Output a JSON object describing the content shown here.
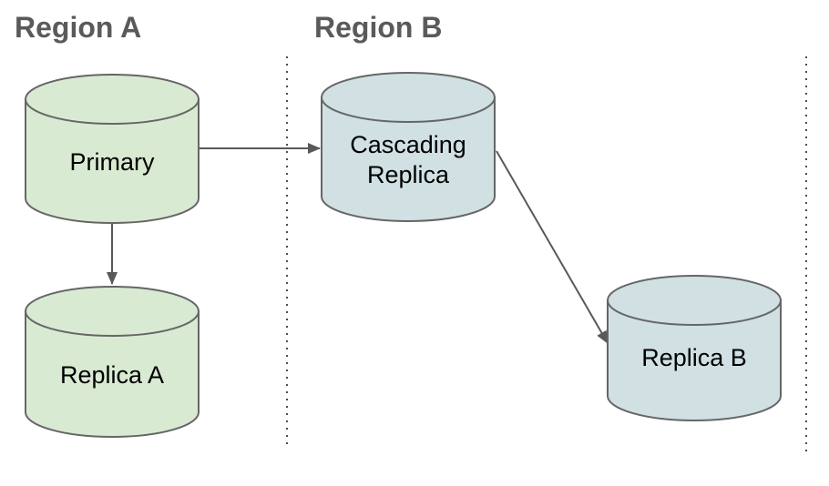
{
  "diagram": {
    "background_color": "#ffffff",
    "stroke_color": "#666666",
    "arrow_color": "#595959",
    "separator_color": "#4d4d4d",
    "region_label_color": "#5a5a5a",
    "node_text_color": "#000000",
    "regions": [
      {
        "id": "region-a",
        "label": "Region A"
      },
      {
        "id": "region-b",
        "label": "Region B"
      }
    ],
    "nodes": [
      {
        "id": "primary",
        "label": "Primary",
        "shape": "cylinder",
        "region": "region-a",
        "fill": "#d9ead3"
      },
      {
        "id": "replica-a",
        "label": "Replica A",
        "shape": "cylinder",
        "region": "region-a",
        "fill": "#d9ead3"
      },
      {
        "id": "cascading-replica",
        "label": "Cascading Replica",
        "shape": "cylinder",
        "region": "region-b",
        "fill": "#d0e0e3"
      },
      {
        "id": "replica-b",
        "label": "Replica B",
        "shape": "cylinder",
        "region": "region-b",
        "fill": "#d0e0e3"
      }
    ],
    "edges": [
      {
        "from": "primary",
        "to": "cascading-replica",
        "style": "arrow"
      },
      {
        "from": "primary",
        "to": "replica-a",
        "style": "arrow"
      },
      {
        "from": "cascading-replica",
        "to": "replica-b",
        "style": "arrow"
      }
    ]
  }
}
